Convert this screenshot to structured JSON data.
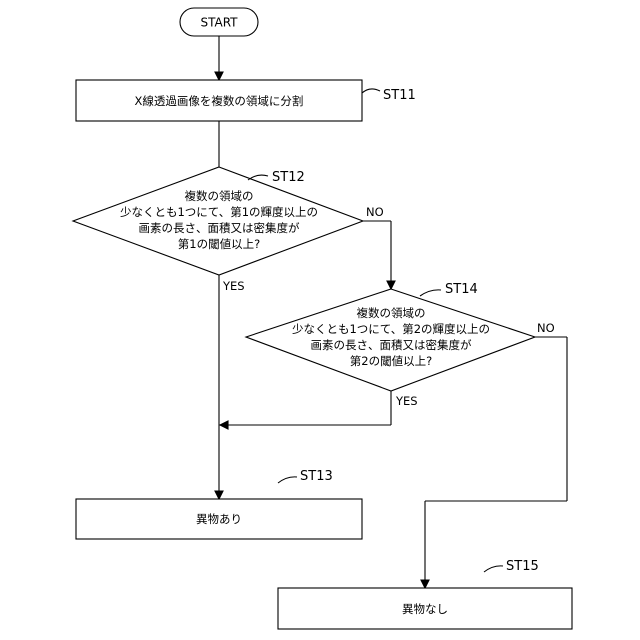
{
  "start": {
    "label": "START"
  },
  "st11": {
    "step": "ST11",
    "text": "X線透過画像を複数の領域に分割"
  },
  "st12": {
    "step": "ST12",
    "lines": [
      "複数の領域の",
      "少なくとも1つにて、第1の輝度以上の",
      "画素の長さ、面積又は密集度が",
      "第1の閾値以上?"
    ],
    "yes": "YES",
    "no": "NO"
  },
  "st14": {
    "step": "ST14",
    "lines": [
      "複数の領域の",
      "少なくとも1つにて、第2の輝度以上の",
      "画素の長さ、面積又は密集度が",
      "第2の閾値以上?"
    ],
    "yes": "YES",
    "no": "NO"
  },
  "st13": {
    "step": "ST13",
    "text": "異物あり"
  },
  "st15": {
    "step": "ST15",
    "text": "異物なし"
  }
}
